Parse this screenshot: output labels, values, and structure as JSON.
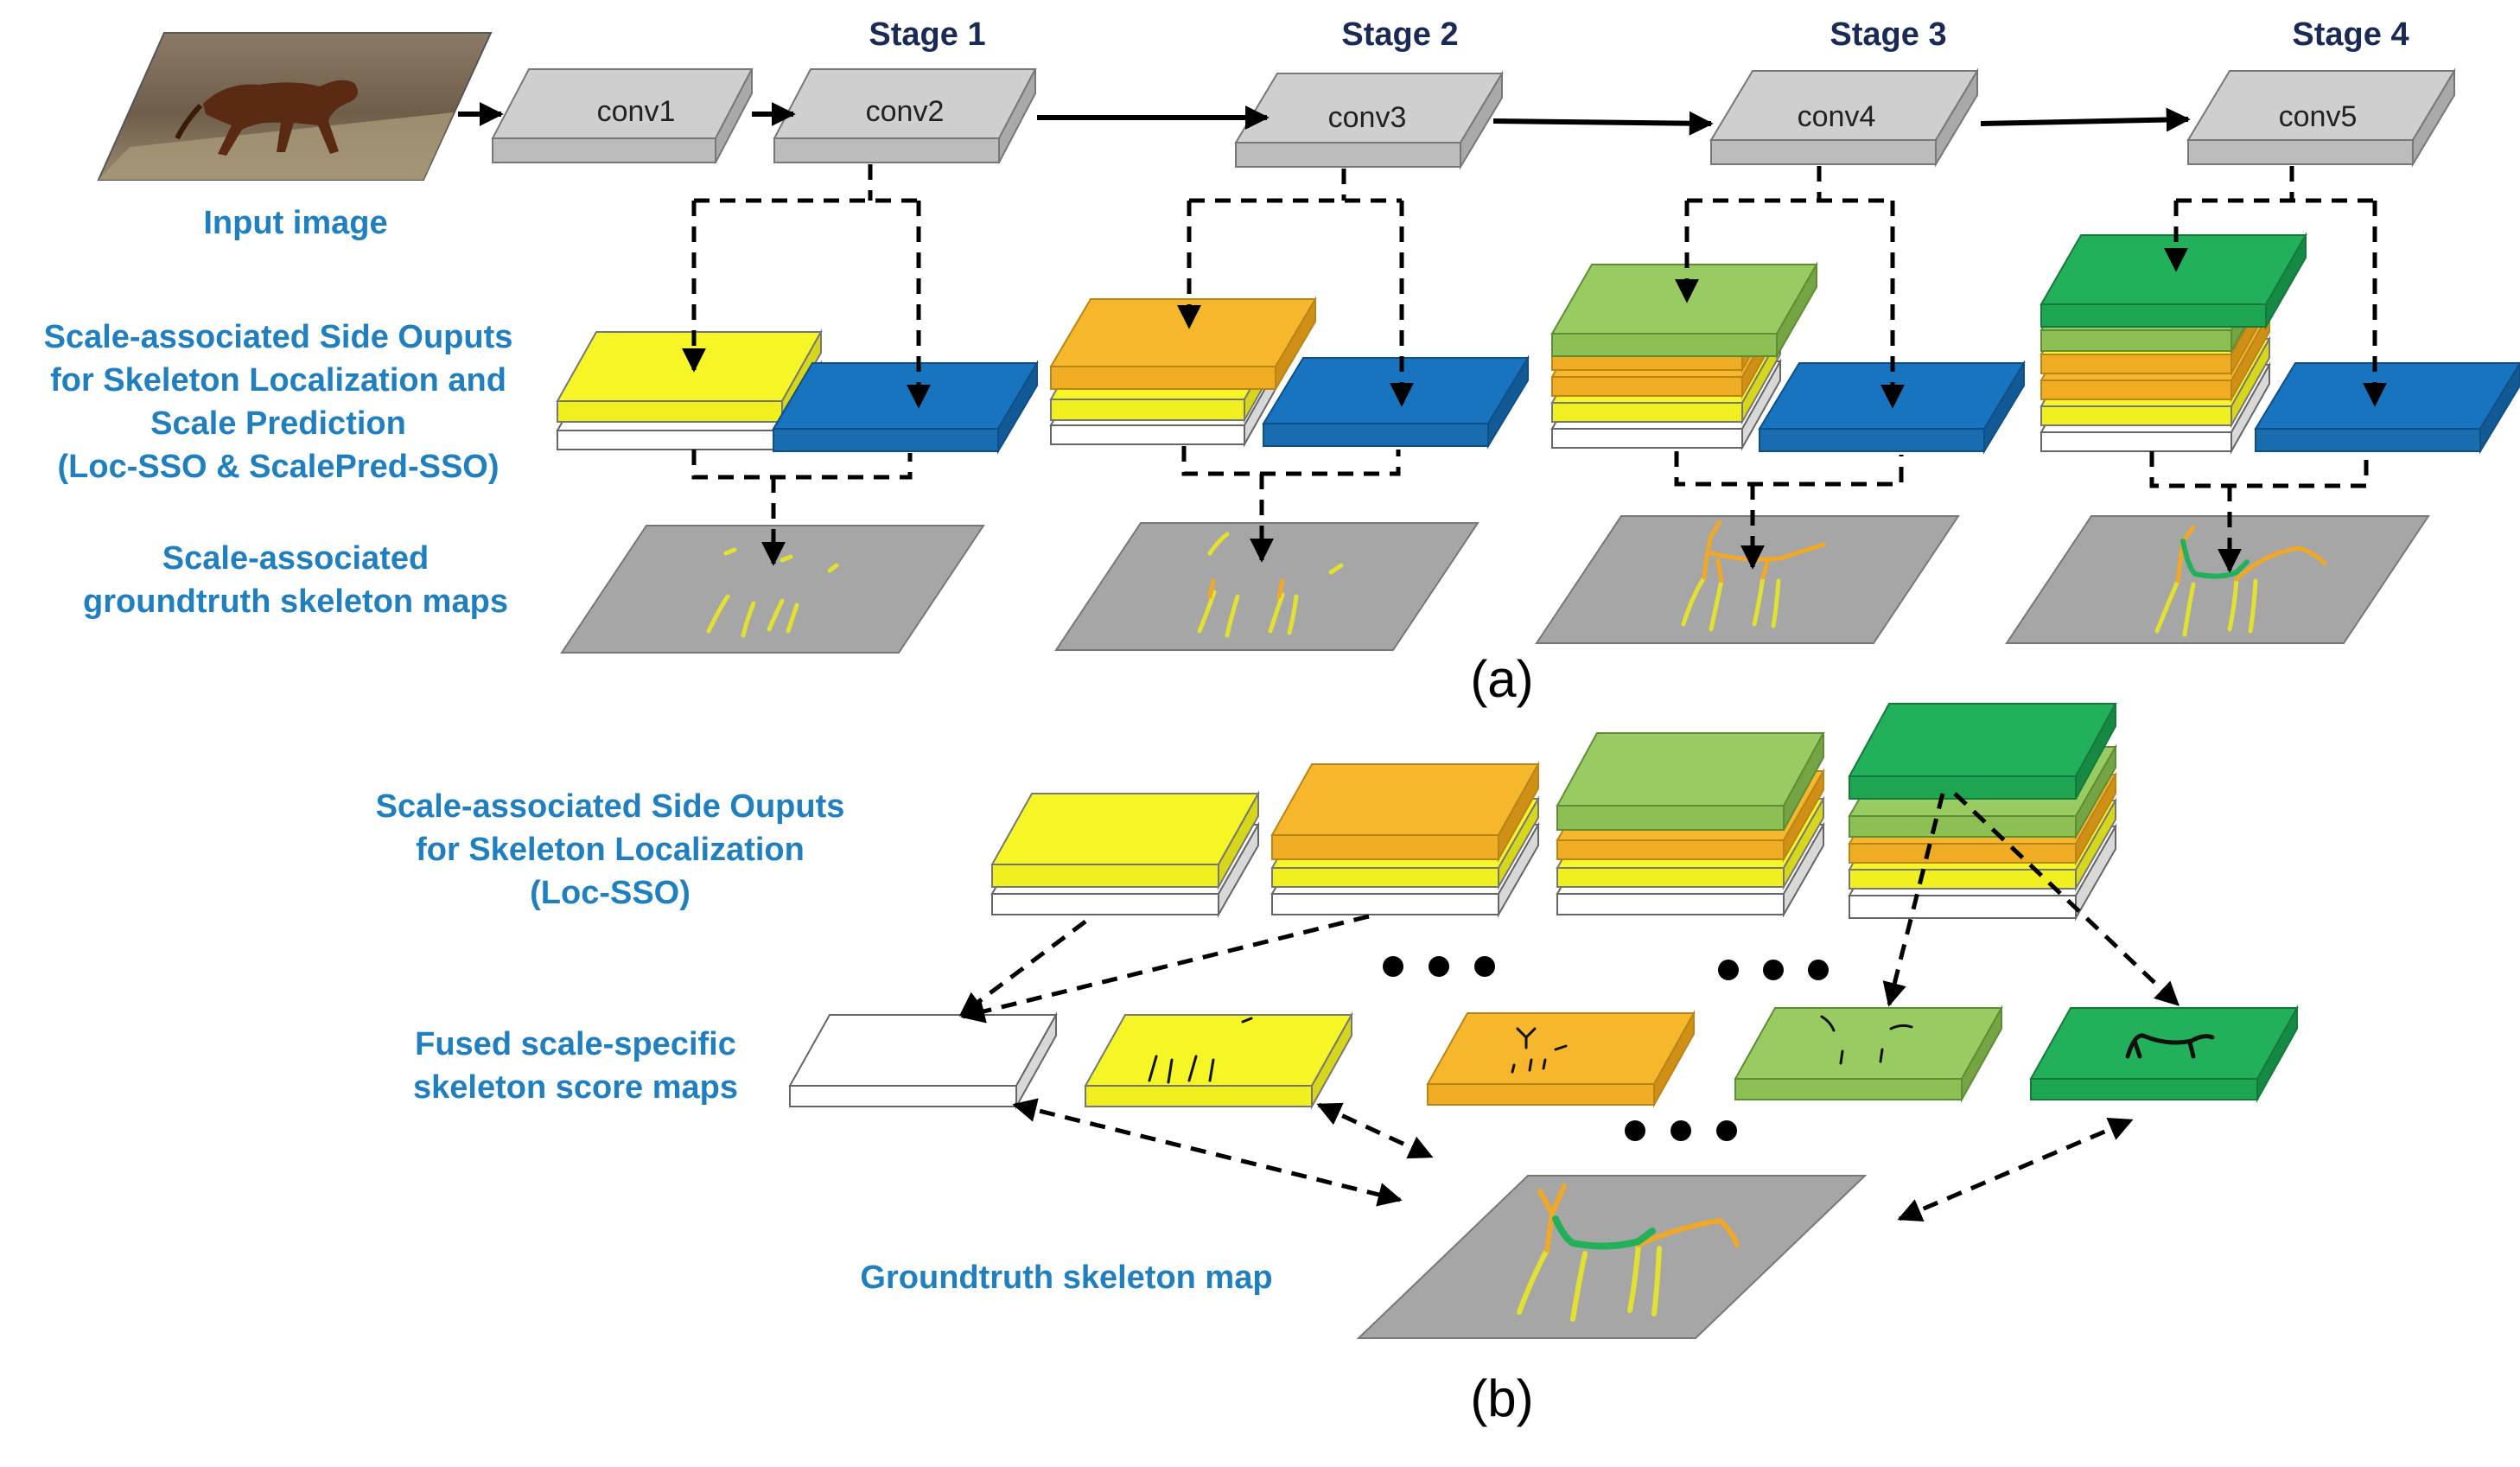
{
  "colors": {
    "white": "#ffffff",
    "yellow": "#f6f627",
    "orange": "#f7b72c",
    "lightgreen": "#98cc62",
    "green": "#22b15a",
    "blue": "#1874be",
    "gray_plane": "#a6a6a6",
    "conv_box": "#d0d0d0",
    "label_blue": "#1f7fbf",
    "stage_navy": "#1a2a55"
  },
  "stages": [
    "Stage 1",
    "Stage 2",
    "Stage 3",
    "Stage 4"
  ],
  "conv_layers": [
    "conv1",
    "conv2",
    "conv3",
    "conv4",
    "conv5"
  ],
  "input_label": "Input image",
  "panel_a": {
    "side_outputs_label": [
      "Scale-associated Side Ouputs",
      "for Skeleton Localization and",
      "Scale Prediction",
      "(Loc-SSO & ScalePred-SSO)"
    ],
    "groundtruth_label": [
      "Scale-associated",
      "groundtruth skeleton maps"
    ],
    "caption": "(a)"
  },
  "panel_b": {
    "side_outputs_label": [
      "Scale-associated Side Ouputs",
      "for Skeleton Localization",
      "(Loc-SSO)"
    ],
    "fused_label": [
      "Fused scale-specific",
      "skeleton score maps"
    ],
    "groundtruth_label": "Groundtruth skeleton map",
    "caption": "(b)"
  },
  "icons": [
    "input-horse-image",
    "skeleton-map"
  ]
}
